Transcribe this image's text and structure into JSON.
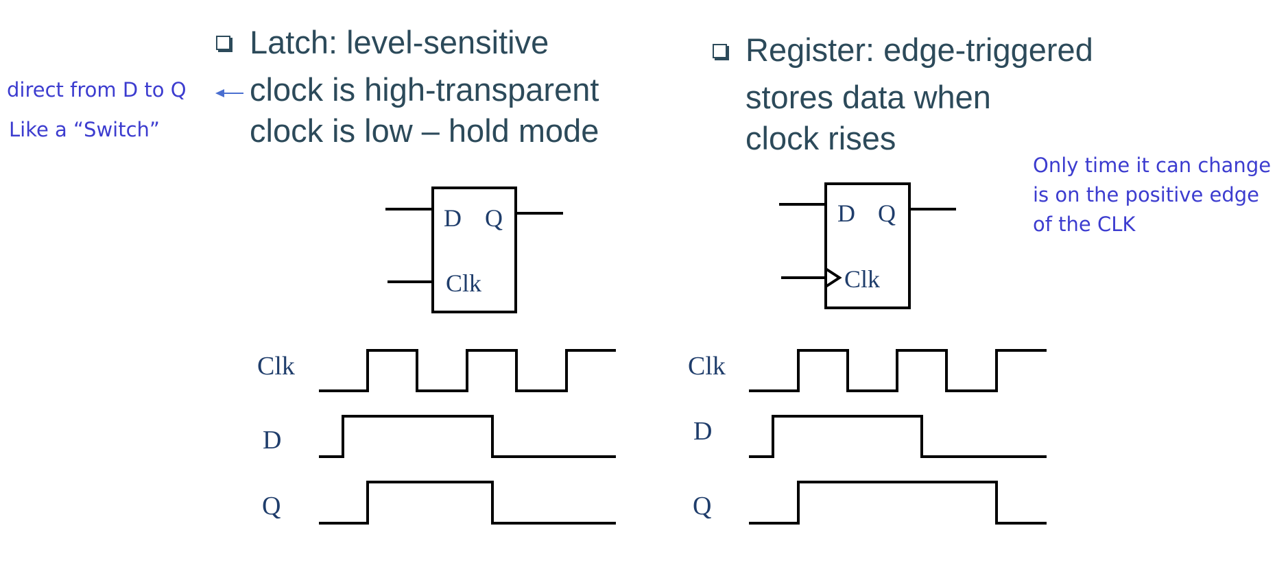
{
  "latch": {
    "heading": "Latch: level-sensitive",
    "line1": "clock is high-transparent",
    "line2": "clock is low – hold mode",
    "note_line1": "direct from D to Q",
    "note_line2": "Like a “Switch”",
    "block_d": "D",
    "block_q": "Q",
    "block_clk": "Clk",
    "wave_clk": "Clk",
    "wave_d": "D",
    "wave_q": "Q"
  },
  "register": {
    "heading": "Register: edge-triggered",
    "line1": "stores data when",
    "line2": "clock rises",
    "note_line1": "Only time it can change",
    "note_line2": "is on the positive edge",
    "note_line3": "of the CLK",
    "block_d": "D",
    "block_q": "Q",
    "block_clk": "Clk",
    "wave_clk": "Clk",
    "wave_d": "D",
    "wave_q": "Q"
  },
  "colors": {
    "heading_text": "#2c4a5a",
    "annotation_text": "#3c3ccf",
    "diagram_label": "#1f3d6b",
    "line": "#000000"
  }
}
